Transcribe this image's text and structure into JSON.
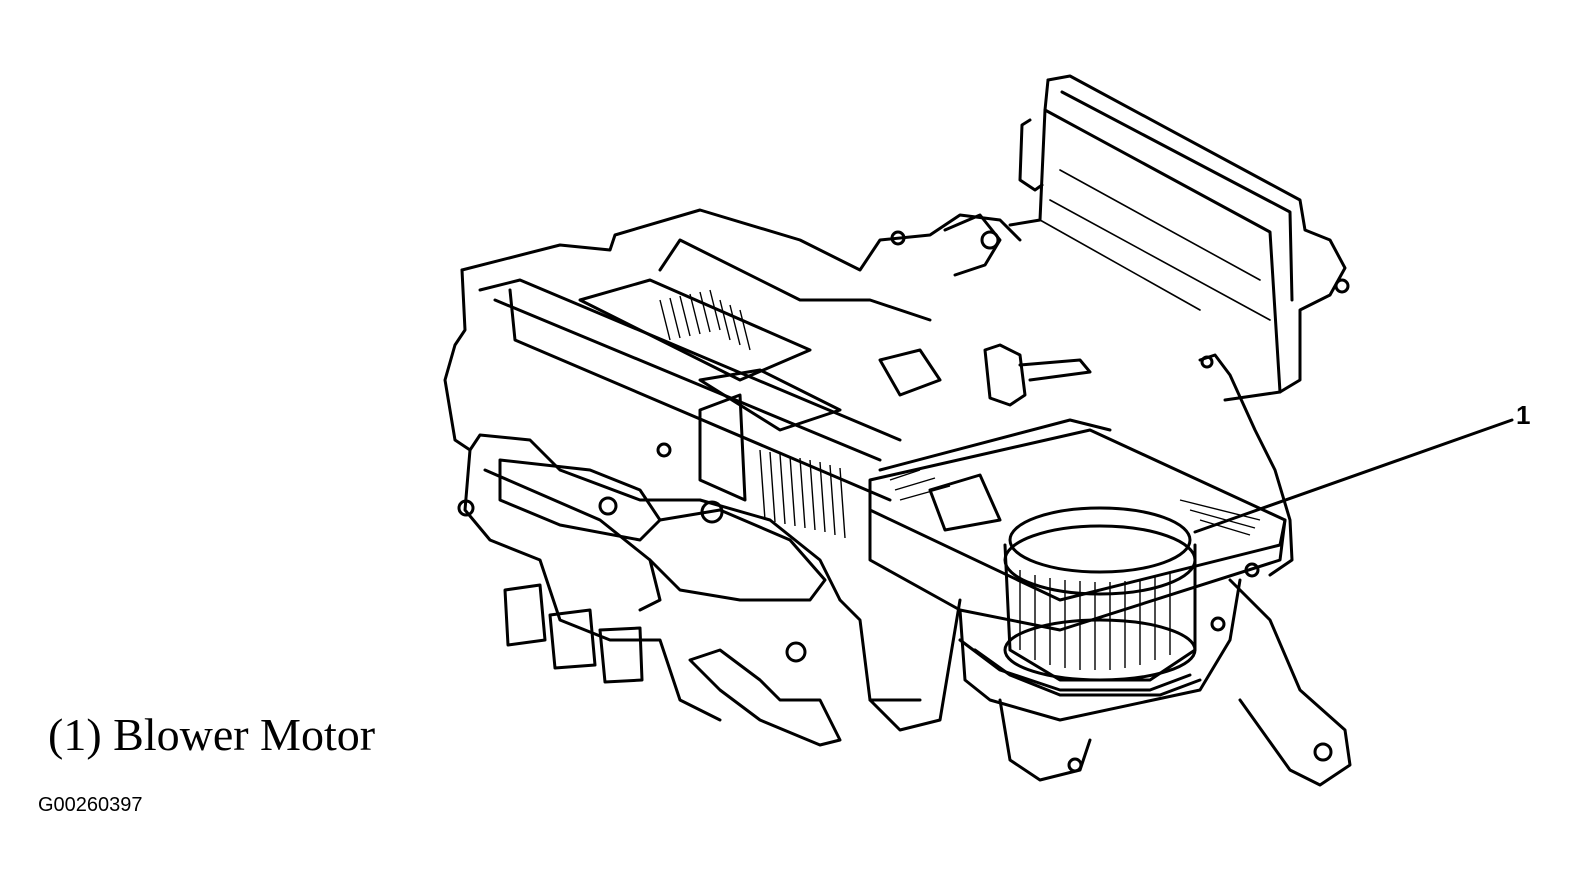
{
  "caption": "(1) Blower Motor",
  "figure_id": "G00260397",
  "callouts": [
    {
      "number": "1",
      "part": "Blower Motor"
    }
  ],
  "colors": {
    "line": "#000000",
    "background": "#ffffff"
  }
}
